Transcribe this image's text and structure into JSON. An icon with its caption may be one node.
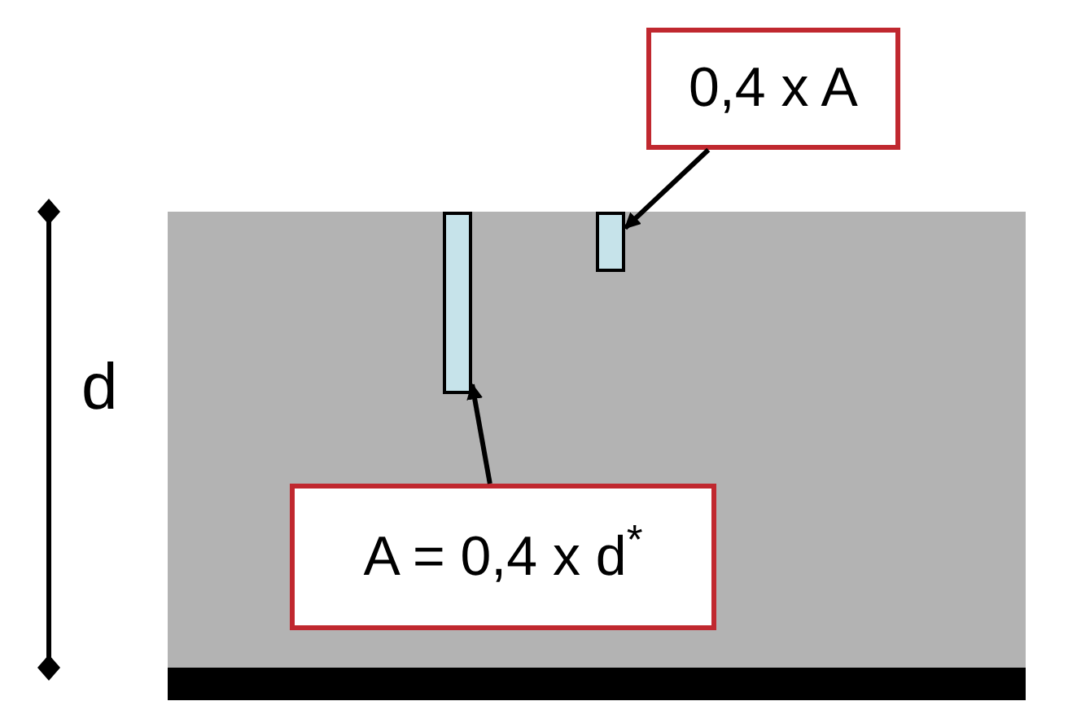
{
  "diagram": {
    "nodes": [
      {
        "text": [
          "0,4 x A"
        ]
      },
      {
        "text": [],
        "shape": "box"
      },
      {
        "text": [],
        "shape": "bar",
        "in": 1
      },
      {
        "text": [],
        "shape": "bar",
        "in": 1
      },
      {
        "text": [
          "A = 0,4 x d$^{*}$"
        ],
        "in": 1
      },
      {
        "text": [],
        "shape": "bar"
      }
    ],
    "edges": [
      {
        "from": 0,
        "to": 3,
        "arrow": "to"
      },
      {
        "from": 4,
        "to": 2,
        "arrow": "to"
      }
    ],
    "labels": [
      "d"
    ]
  }
}
